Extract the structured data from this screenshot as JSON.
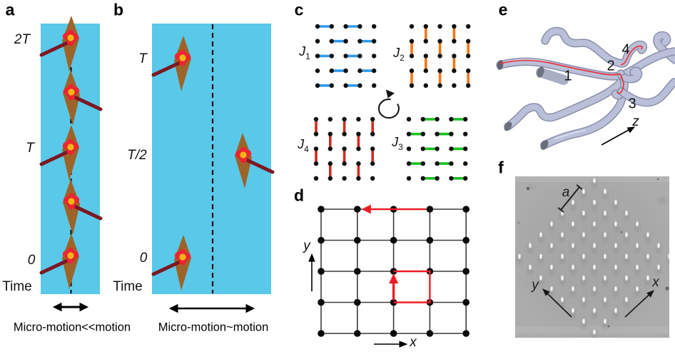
{
  "panels": {
    "a": {
      "label": "a",
      "time_ticks": [
        "2T",
        "T",
        "0"
      ],
      "time_axis": "Time",
      "caption": "Micro-motion<<motion"
    },
    "b": {
      "label": "b",
      "time_ticks": [
        "T",
        "T/2",
        "0"
      ],
      "time_axis": "Time",
      "caption": "Micro-motion~motion"
    },
    "c": {
      "label": "c",
      "couplings": [
        {
          "name": "J",
          "sub": "1",
          "color": "#2f9ced",
          "orient": "h",
          "bonds": [
            [
              0,
              0
            ],
            [
              0,
              2
            ],
            [
              1,
              1
            ],
            [
              1,
              3
            ],
            [
              2,
              0
            ],
            [
              2,
              2
            ],
            [
              3,
              1
            ],
            [
              3,
              3
            ],
            [
              4,
              0
            ],
            [
              4,
              2
            ]
          ]
        },
        {
          "name": "J",
          "sub": "2",
          "color": "#f07818",
          "orient": "v",
          "bonds": [
            [
              1,
              0
            ],
            [
              3,
              0
            ],
            [
              0,
              1
            ],
            [
              2,
              1
            ],
            [
              1,
              2
            ],
            [
              3,
              2
            ],
            [
              0,
              3
            ],
            [
              2,
              3
            ],
            [
              1,
              4
            ],
            [
              3,
              4
            ]
          ]
        },
        {
          "name": "J",
          "sub": "4",
          "color": "#d32b21",
          "orient": "v",
          "bonds": [
            [
              0,
              0
            ],
            [
              2,
              0
            ],
            [
              1,
              1
            ],
            [
              3,
              1
            ],
            [
              0,
              2
            ],
            [
              2,
              2
            ],
            [
              1,
              3
            ],
            [
              3,
              3
            ],
            [
              0,
              4
            ],
            [
              2,
              4
            ]
          ]
        },
        {
          "name": "J",
          "sub": "3",
          "color": "#17c21d",
          "orient": "h",
          "bonds": [
            [
              0,
              1
            ],
            [
              0,
              3
            ],
            [
              1,
              0
            ],
            [
              1,
              2
            ],
            [
              2,
              1
            ],
            [
              2,
              3
            ],
            [
              3,
              0
            ],
            [
              3,
              2
            ],
            [
              4,
              1
            ],
            [
              4,
              3
            ]
          ]
        }
      ]
    },
    "d": {
      "label": "d",
      "x_axis": "x",
      "y_axis": "y",
      "red_path": {
        "hop": {
          "row": 0,
          "from_col": 3,
          "to_col": 1
        },
        "plaquette": {
          "col": 2,
          "row": 2
        }
      }
    },
    "e": {
      "label": "e",
      "tube_numbers": [
        "1",
        "2",
        "3",
        "4"
      ],
      "beam_axis": "z"
    },
    "f": {
      "label": "f",
      "lattice_constant": "a",
      "x_axis": "x",
      "y_axis": "y",
      "ion_rows": [
        1,
        2,
        3,
        4,
        5,
        6,
        7,
        8,
        7,
        6,
        5,
        4,
        3,
        2,
        1
      ]
    }
  },
  "colors": {
    "trap-bg": "#5ac8e8",
    "ion-body": "#9d6429",
    "ion-rod": "#7c1822",
    "ion-core": "#ec2531",
    "ion-center": "#f0b715",
    "red-accent": "#ed1c24",
    "tube-body": "#bbc0da",
    "tube-edge": "#8b90a9",
    "micrograph-bg": "#ababab"
  }
}
